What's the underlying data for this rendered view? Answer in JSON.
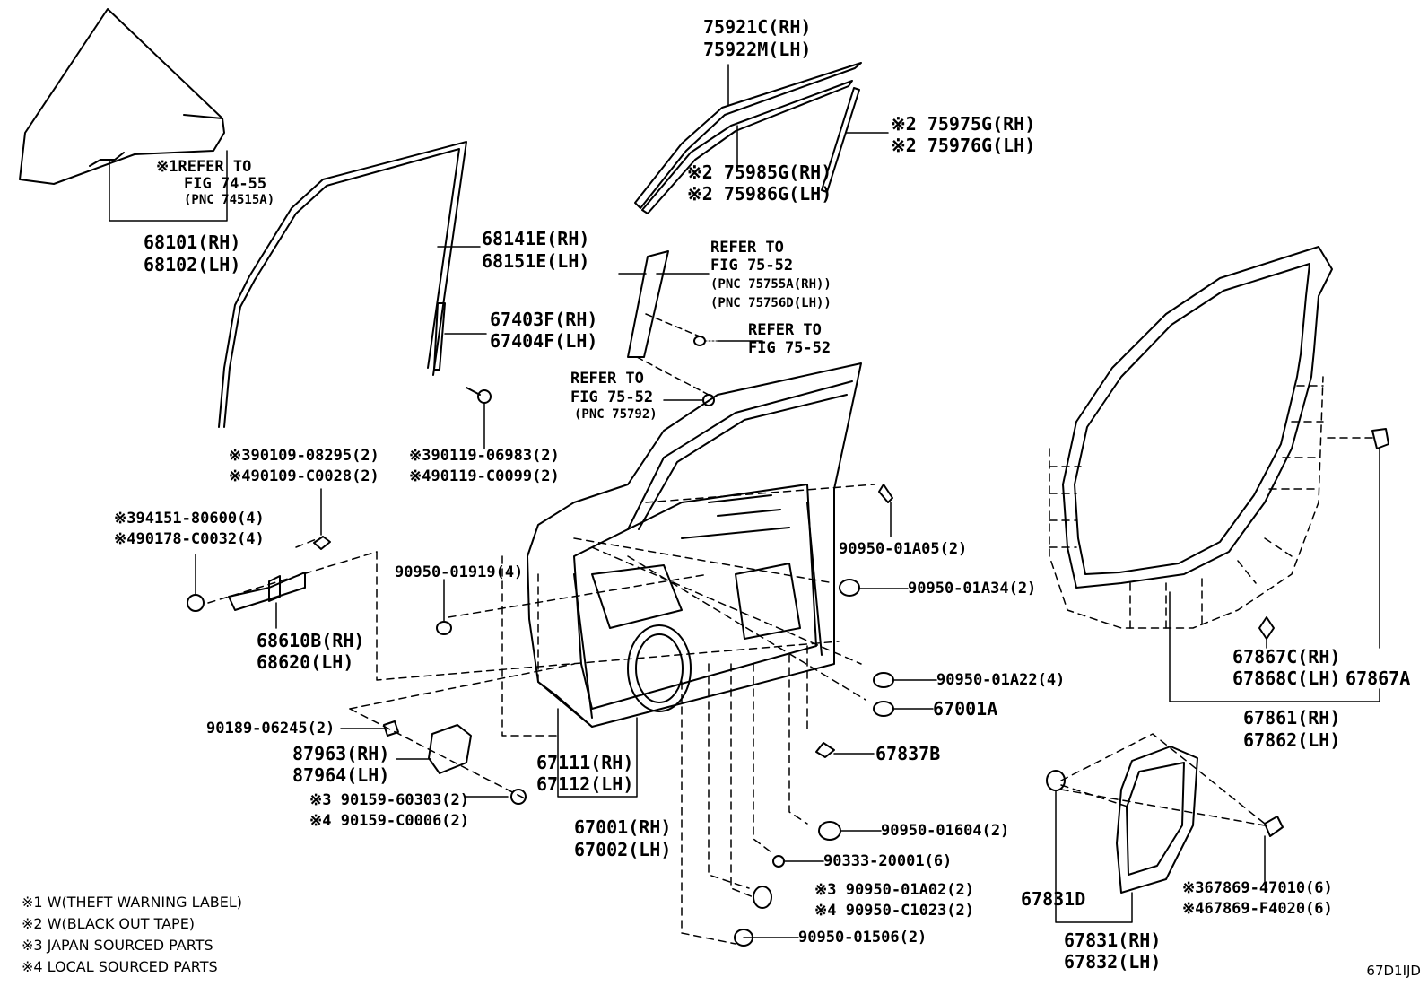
{
  "labels": {
    "l75921c": "75921C(RH)",
    "l75922m": "75922M(LH)",
    "l75975g": "※2 75975G(RH)",
    "l75976g": "※2 75976G(LH)",
    "l75985g": "※2 75985G(RH)",
    "l75986g": "※2 75986G(LH)",
    "ref1a": "※1REFER TO",
    "ref1b": "FIG 74-55",
    "ref1c": "(PNC 74515A)",
    "l68101": "68101(RH)",
    "l68102": "68102(LH)",
    "l68141e": "68141E(RH)",
    "l68151e": "68151E(LH)",
    "ref2a": "REFER TO",
    "ref2b": "FIG 75-52",
    "ref2c": "(PNC 75755A(RH))",
    "ref2d": "(PNC 75756D(LH))",
    "ref3a": "REFER TO",
    "ref3b": "FIG 75-52",
    "l67403f": "67403F(RH)",
    "l67404f": "67404F(LH)",
    "ref4a": "REFER TO",
    "ref4b": "FIG 75-52",
    "ref4c": "(PNC 75792)",
    "l90109a": "※390109-08295(2)",
    "l90109b": "※490109-C0028(2)",
    "l90119a": "※390119-06983(2)",
    "l90119b": "※490119-C0099(2)",
    "l94151": "※394151-80600(4)",
    "l90178": "※490178-C0032(4)",
    "l90950_01919": "90950-01919(4)",
    "l90950_01a05": "90950-01A05(2)",
    "l90950_01a34": "90950-01A34(2)",
    "l68610b": "68610B(RH)",
    "l68620": "68620(LH)",
    "l90950_01a22": "90950-01A22(4)",
    "l67001a": "67001A",
    "l90189": "90189-06245(2)",
    "l87963": "87963(RH)",
    "l87964": "87964(LH)",
    "l67837b": "67837B",
    "l67111": "67111(RH)",
    "l67112": "67112(LH)",
    "l90159a": "※3 90159-60303(2)",
    "l90159b": "※4 90159-C0006(2)",
    "l67001": "67001(RH)",
    "l67002": "67002(LH)",
    "l90950_01604": "90950-01604(2)",
    "l90333": "90333-20001(6)",
    "l90950_01a02": "※3 90950-01A02(2)",
    "l90950_c1023": "※4 90950-C1023(2)",
    "l90950_01506": "90950-01506(2)",
    "l67867c": "67867C(RH)",
    "l67868c": "67868C(LH)",
    "l67867a": "67867A",
    "l67861": "67861(RH)",
    "l67862": "67862(LH)",
    "l67831d": "67831D",
    "l67869a": "※367869-47010(6)",
    "l67869b": "※467869-F4020(6)",
    "l67831": "67831(RH)",
    "l67832": "67832(LH)"
  },
  "notes": [
    "※1 W(THEFT WARNING LABEL)",
    "※2 W(BLACK OUT TAPE)",
    "※3 JAPAN SOURCED PARTS",
    "※4 LOCAL SOURCED PARTS"
  ],
  "figure_code": "67D1IJD"
}
